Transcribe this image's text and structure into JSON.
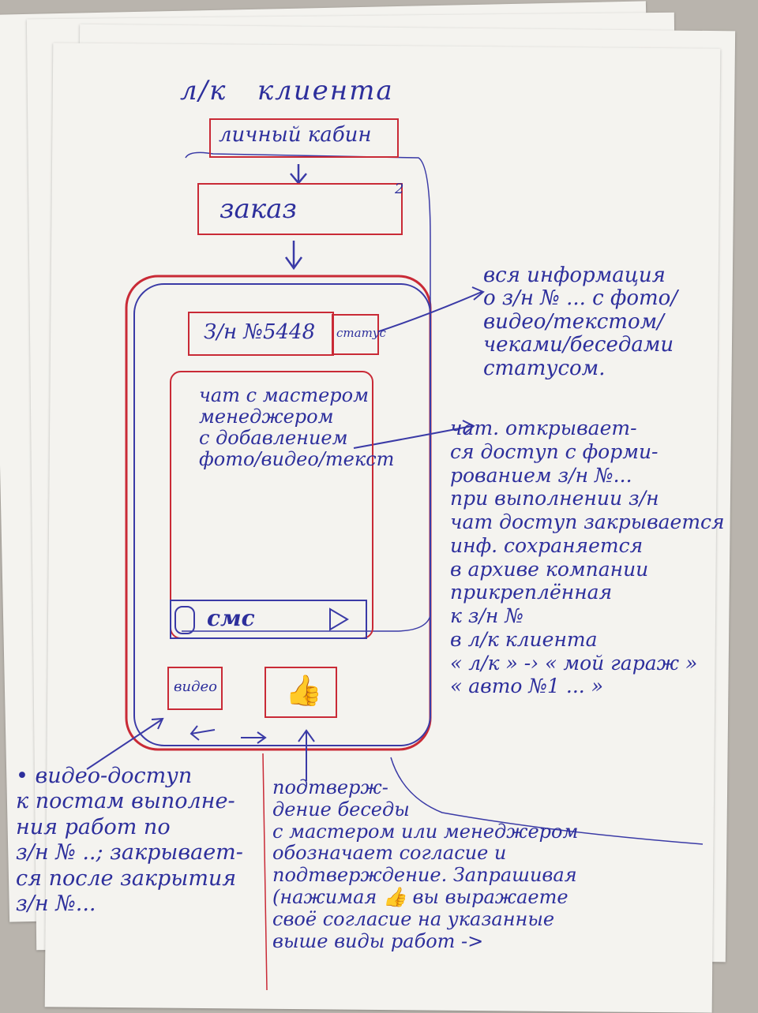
{
  "header": {
    "title": "л/к   клиента"
  },
  "flow": {
    "cabinet_label": "личный кабин",
    "order_label": "заказ",
    "order_badge": "2"
  },
  "phone": {
    "order_number": "З/н №5448",
    "status_label": "статус",
    "chat_text": "чат с мастером\nменеджером\nс добавлением\nфото/видео/текст",
    "chat_input_text": "смс",
    "video_button": "видео"
  },
  "notes": {
    "status_note": "вся информация\nо з/н № ... с фото/\nвидео/текстом/\nчеками/беседами\nстатусом.",
    "chat_note": "чат. открывает-\nся доступ с форми-\nрованием з/н №...\nпри выполнении з/н\nчат доступ закрывается\nинф. сохраняется\nв архиве компании\nприкреплённая\nк з/н №\nв л/к клиента\n« л/к » -› « мой гараж »\n« авто №1 ... »",
    "video_note": "• видео-доступ\nк постам выполне-\nния работ по\nз/н № ..; закрывает-\nся после закрытия\nз/н №...",
    "confirm_note": "подтверж-\nдение беседы\nс мастером или менеджером\nобозначает согласие и\nподтверждение. Запрашивая\n(нажимая 👍 вы выражаете\nсвоё согласие на указанные\nвыше виды работ ->"
  },
  "background_sheet_text": "...\n...\n..."
}
